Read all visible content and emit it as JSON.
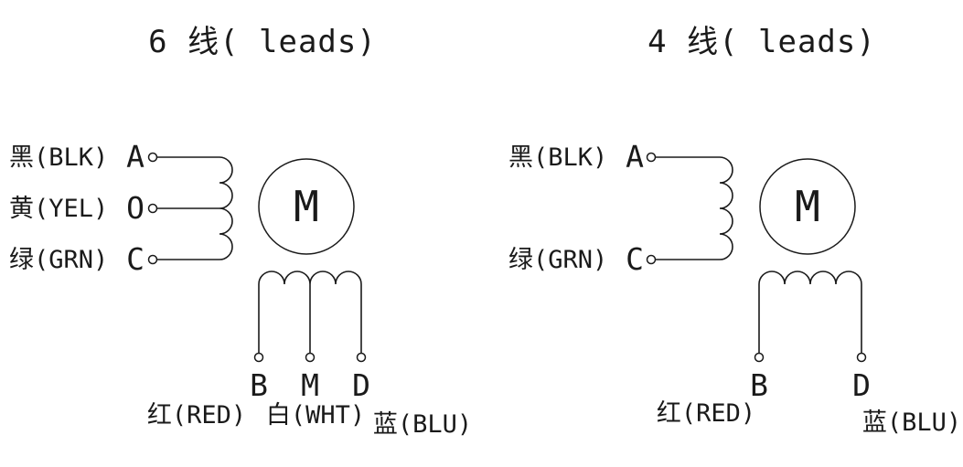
{
  "colors": {
    "line": "#1a1a1a",
    "background": "#ffffff"
  },
  "diagrams": [
    {
      "id": "six-lead",
      "title": "6 线( leads)",
      "motor_label": "M",
      "input_leads": [
        {
          "color_label": "黑(BLK)",
          "terminal": "A"
        },
        {
          "color_label": "黄(YEL)",
          "terminal": "O"
        },
        {
          "color_label": "绿(GRN)",
          "terminal": "C"
        }
      ],
      "bottom_terminals": [
        {
          "terminal": "B",
          "color_label": "红(RED)"
        },
        {
          "terminal": "M",
          "color_label": "白(WHT)"
        },
        {
          "terminal": "D",
          "color_label": "蓝(BLU)"
        }
      ]
    },
    {
      "id": "four-lead",
      "title": "4 线( leads)",
      "motor_label": "M",
      "input_leads": [
        {
          "color_label": "黑(BLK)",
          "terminal": "A"
        },
        {
          "color_label": "绿(GRN)",
          "terminal": "C"
        }
      ],
      "bottom_terminals": [
        {
          "terminal": "B",
          "color_label": "红(RED)"
        },
        {
          "terminal": "D",
          "color_label": "蓝(BLU)"
        }
      ]
    }
  ]
}
